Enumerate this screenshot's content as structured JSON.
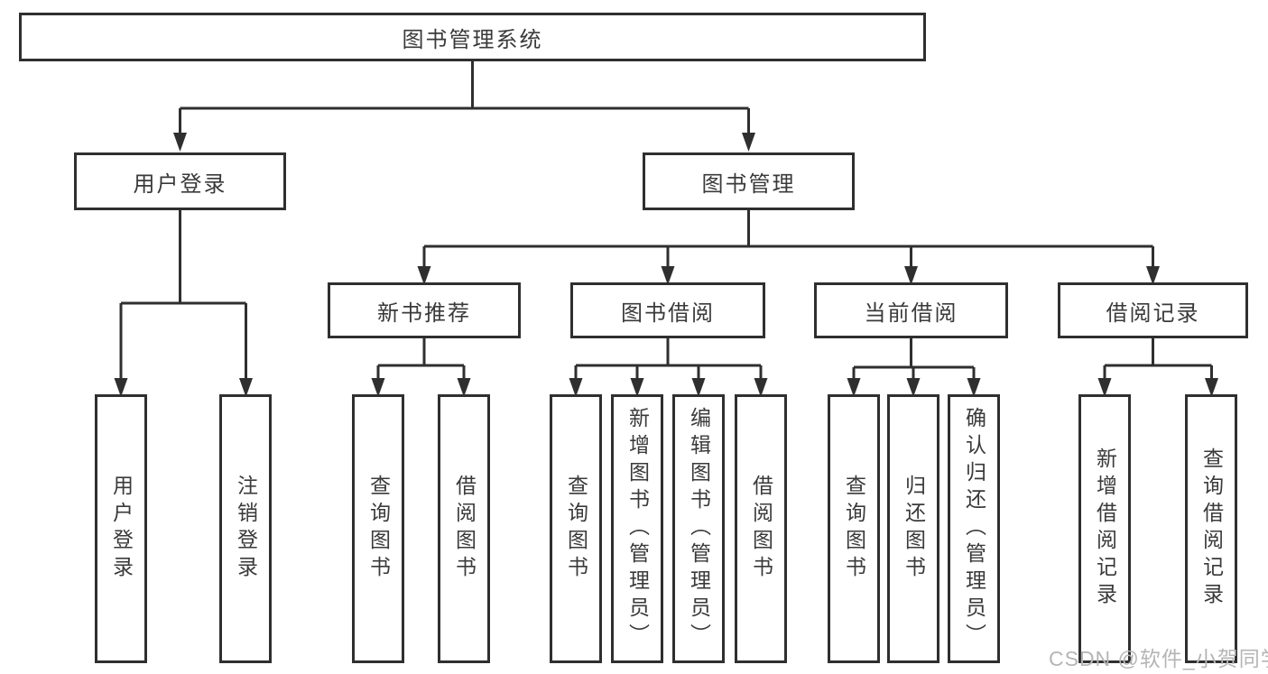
{
  "diagram": {
    "colors": {
      "line": "#2f2f2f",
      "text": "#3a3a3a",
      "background": "#ffffff",
      "watermark": "#b5b5b5"
    },
    "watermark": {
      "text": "CSDN @软件_小贺同学"
    },
    "nodes": {
      "root": {
        "label": "图书管理系统"
      },
      "user_login": {
        "label": "用户登录"
      },
      "book_mgmt": {
        "label": "图书管理"
      },
      "login": {
        "label": "用户登录"
      },
      "logout": {
        "label": "注销登录"
      },
      "new_book_rec": {
        "label": "新书推荐"
      },
      "book_borrow": {
        "label": "图书借阅"
      },
      "current_borrow": {
        "label": "当前借阅"
      },
      "borrow_records": {
        "label": "借阅记录"
      },
      "rec_query_book": {
        "label": "查询图书"
      },
      "rec_borrow_book": {
        "label": "借阅图书"
      },
      "bb_query_book": {
        "label": "查询图书"
      },
      "bb_add_book": {
        "label": "新增图书（管理员）"
      },
      "bb_edit_book": {
        "label": "编辑图书（管理员）"
      },
      "bb_borrow_book": {
        "label": "借阅图书"
      },
      "cb_query_book": {
        "label": "查询图书"
      },
      "cb_return_book": {
        "label": "归还图书"
      },
      "cb_confirm_return": {
        "label": "确认归还（管理员）"
      },
      "br_add_record": {
        "label": "新增借阅记录"
      },
      "br_query_record": {
        "label": "查询借阅记录"
      }
    }
  }
}
